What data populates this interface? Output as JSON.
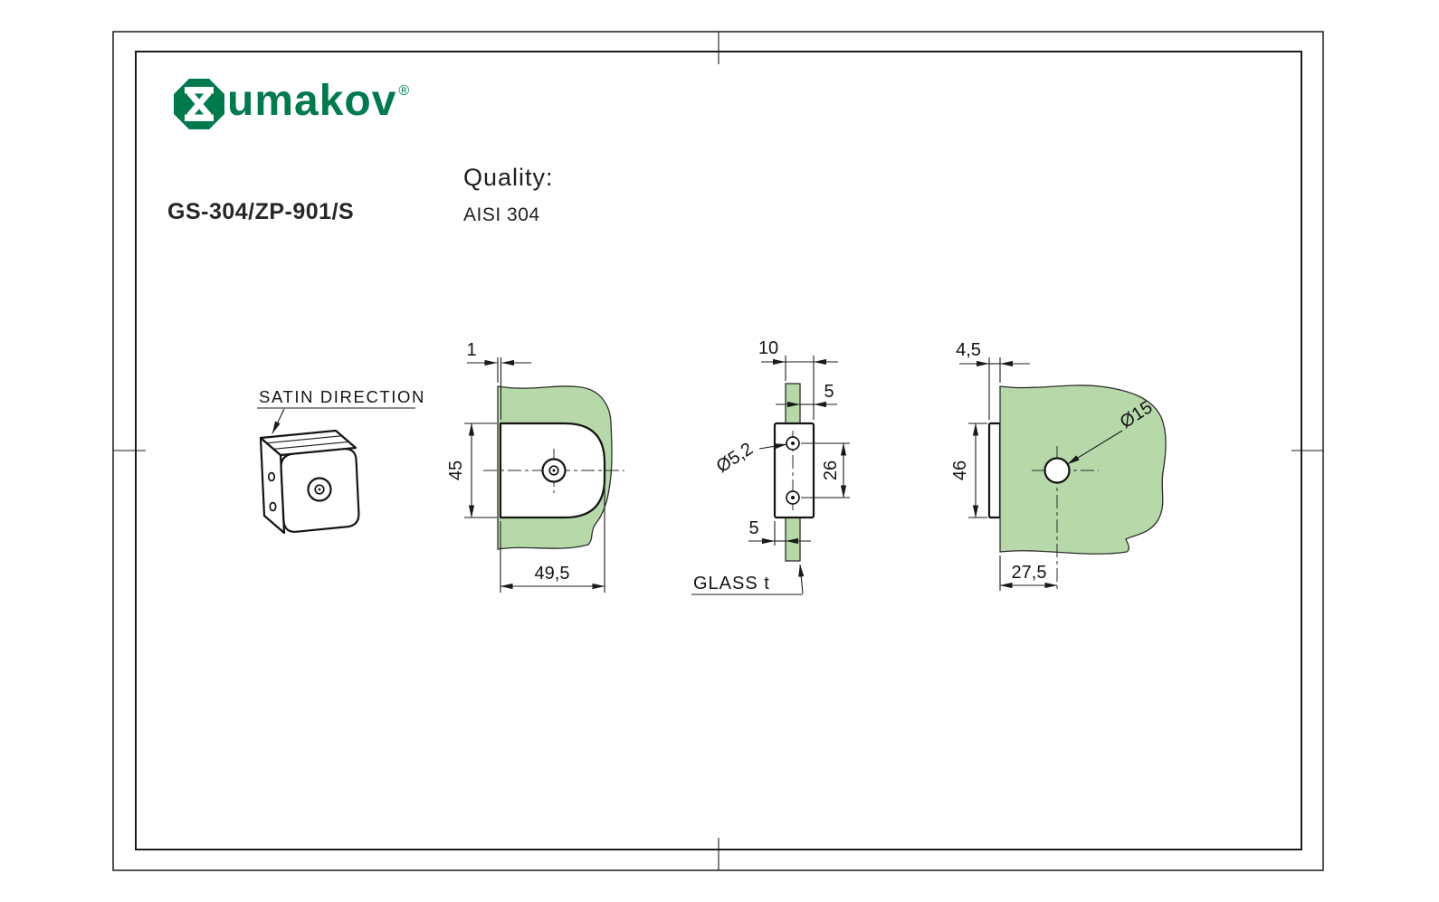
{
  "header": {
    "brand": "umakov",
    "registered_mark": "®",
    "product_code": "GS-304/ZP-901/S",
    "quality_label": "Quality:",
    "quality_value": "AISI 304"
  },
  "colors": {
    "brand_green": "#007a4d",
    "glass_green": "#b7d9a9"
  },
  "drawing": {
    "isometric_view": {
      "annotation": "SATIN DIRECTION"
    },
    "front_view": {
      "dim_glass_offset": "1",
      "dim_clamp_height": "45",
      "dim_clamp_width": "49,5"
    },
    "side_view": {
      "dim_depth": "10",
      "dim_wall_top": "5",
      "dim_screw_hole_diameter": "Ø5,2",
      "dim_hole_spacing": "26",
      "dim_wall_bottom": "5",
      "glass_annotation": "GLASS t"
    },
    "glass_hole_view": {
      "dim_edge_offset": "4,5",
      "dim_glass_hole_diameter": "Ø15",
      "dim_clamp_height": "46",
      "dim_edge_to_hole": "27,5"
    }
  }
}
